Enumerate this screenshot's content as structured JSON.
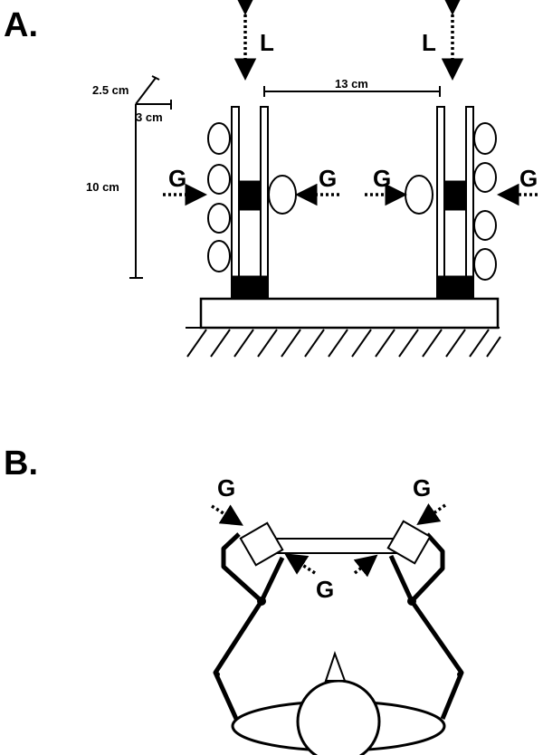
{
  "panel_a": {
    "label": "A.",
    "load_label_left": "L",
    "load_label_right": "L",
    "grip_label_1": "G",
    "grip_label_2": "G",
    "grip_label_3": "G",
    "grip_label_4": "G",
    "dim_depth": "2.5 cm",
    "dim_width": "3 cm",
    "dim_height": "10 cm",
    "dim_spacing": "13 cm"
  },
  "panel_b": {
    "label": "B.",
    "grip_label_left": "G",
    "grip_label_right": "G",
    "grip_label_center": "G"
  }
}
